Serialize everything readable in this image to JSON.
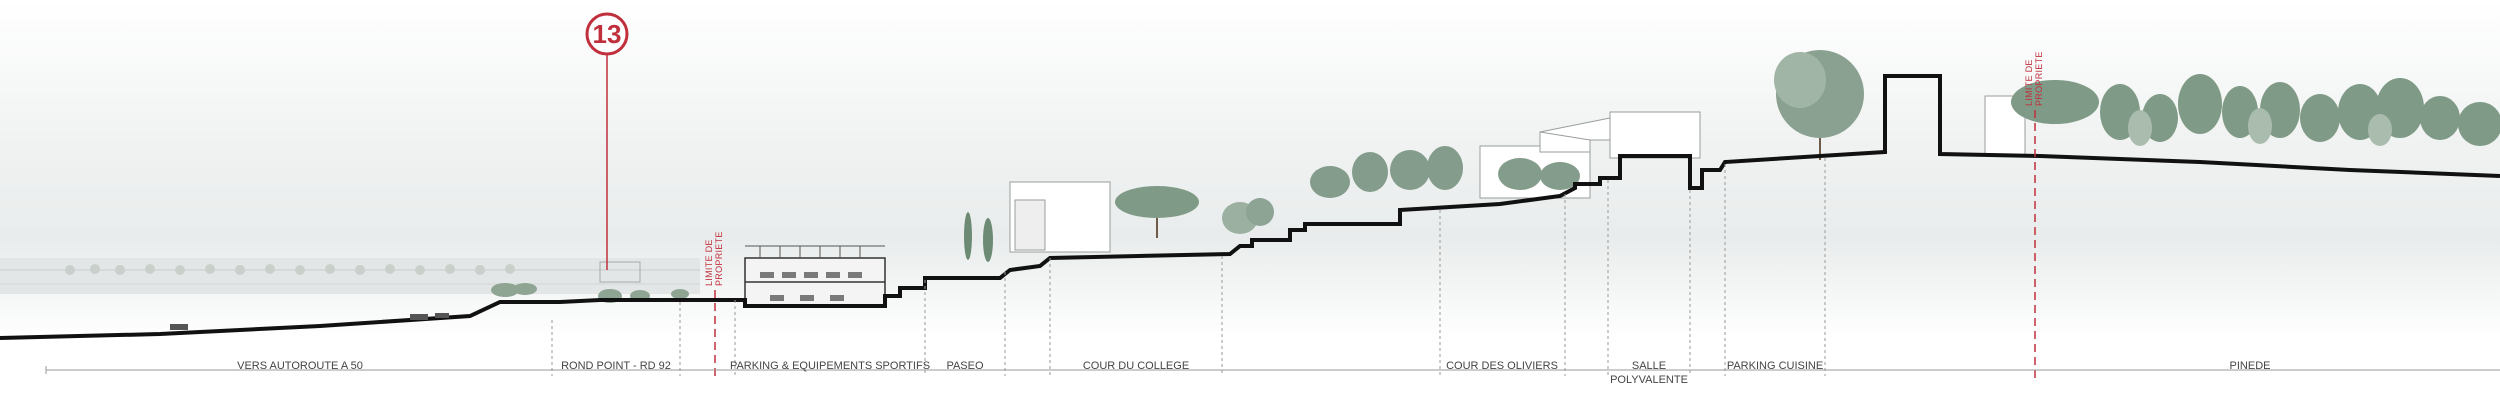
{
  "callout": {
    "number": "13"
  },
  "property_limit": {
    "line1": "LIMITE DE",
    "line2": "PROPRIETE"
  },
  "zones": [
    {
      "id": "autoroute",
      "label": "VERS AUTOROUTE A 50"
    },
    {
      "id": "rond-point",
      "label": "ROND POINT - RD 92"
    },
    {
      "id": "parking-sport",
      "label": "PARKING & EQUIPEMENTS SPORTIFS"
    },
    {
      "id": "paseo",
      "label": "PASEO"
    },
    {
      "id": "cour-college",
      "label": "COUR DU COLLEGE"
    },
    {
      "id": "cour-oliviers",
      "label": "COUR DES OLIVIERS"
    },
    {
      "id": "salle",
      "label": "SALLE",
      "label2": "POLYVALENTE"
    },
    {
      "id": "parking-cuisine",
      "label": "PARKING CUISINE"
    },
    {
      "id": "pinede",
      "label": "PINEDE"
    }
  ],
  "colors": {
    "accent": "#c0303c",
    "ground": "#111111",
    "tree_canopy": "#7f9a86",
    "building": "#b9bcbc"
  }
}
